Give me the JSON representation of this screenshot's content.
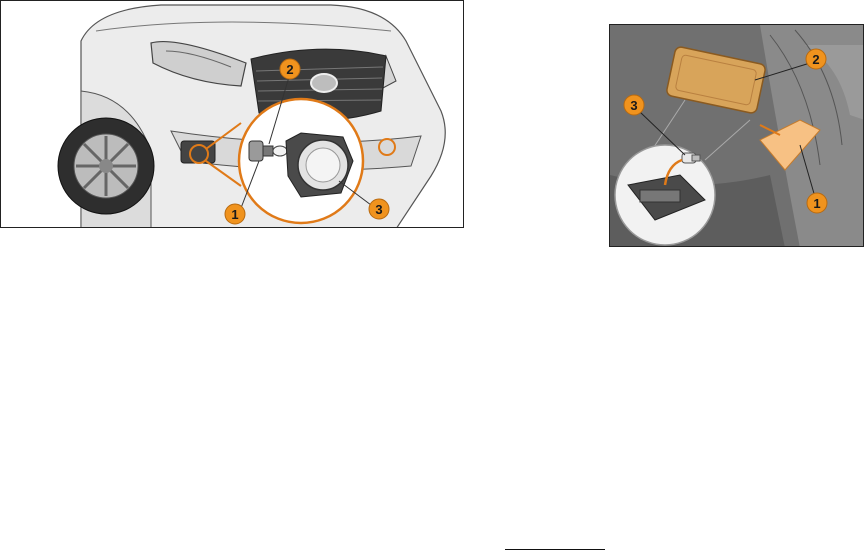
{
  "figure_left": {
    "callouts": [
      {
        "label": "1"
      },
      {
        "label": "2"
      },
      {
        "label": "3"
      }
    ],
    "colors": {
      "callout": "#f0931e",
      "highlight": "#e07a18",
      "car_body": "#e9e9e9",
      "outline": "#333333"
    }
  },
  "figure_right": {
    "callouts": [
      {
        "label": "1"
      },
      {
        "label": "2"
      },
      {
        "label": "3"
      }
    ],
    "colors": {
      "callout": "#f0931e",
      "lens": "#f7c184",
      "lamp_panel": "#d8a45a",
      "background": "#6f6f6f"
    }
  }
}
